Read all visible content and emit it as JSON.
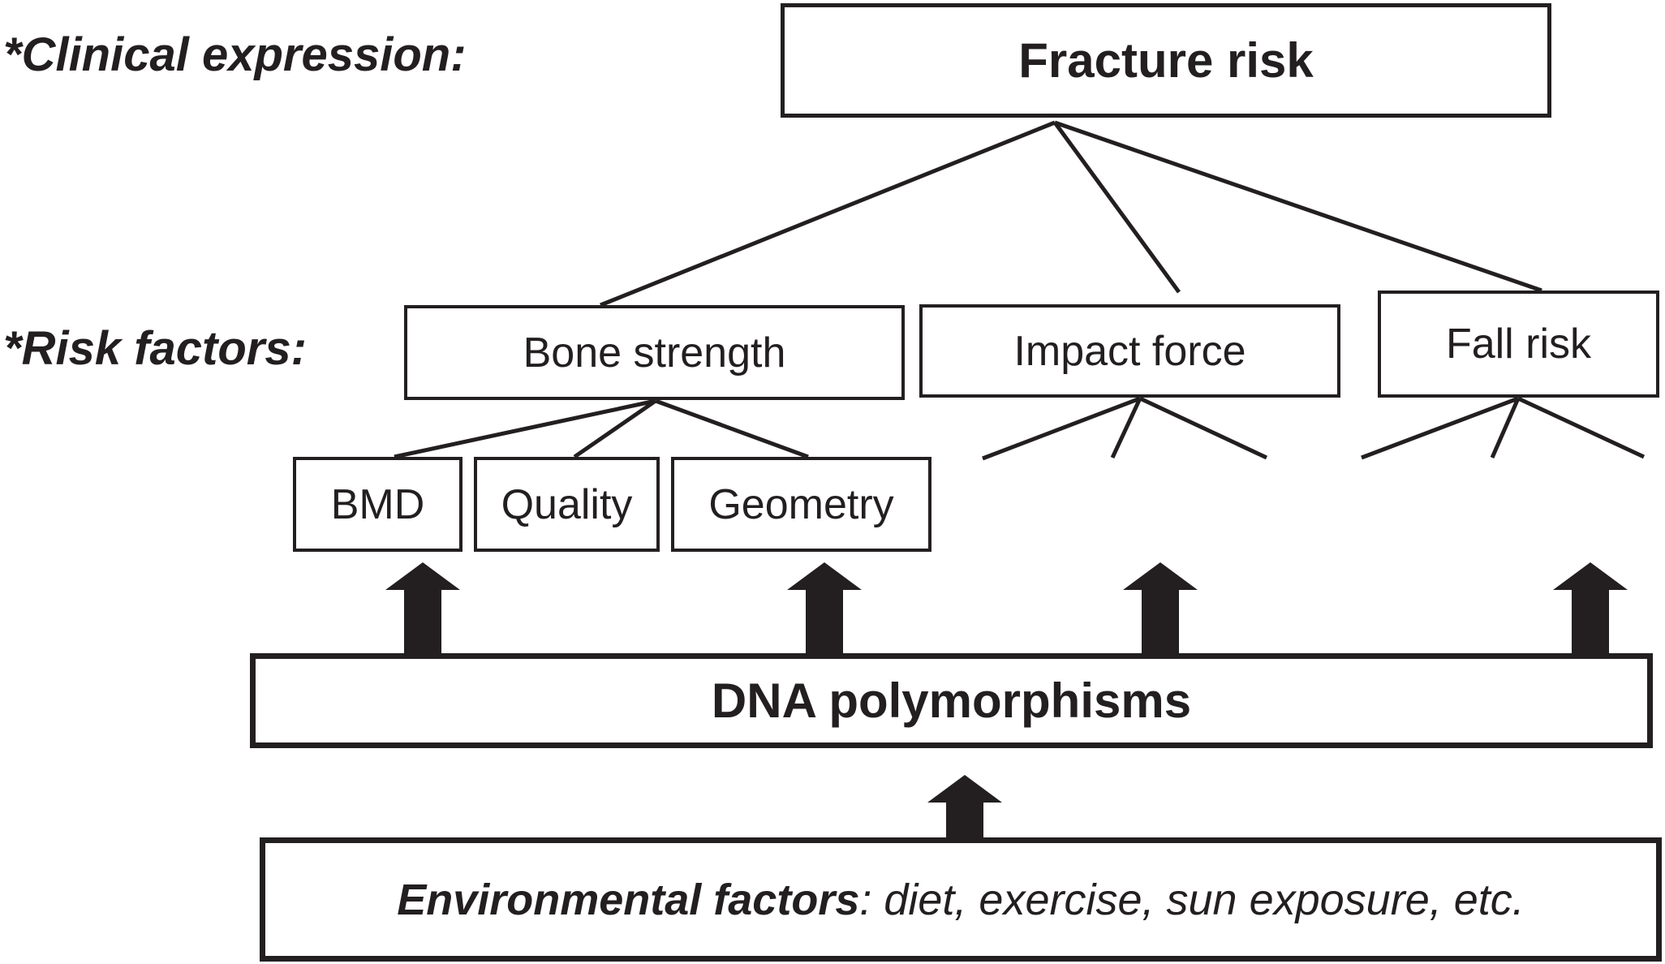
{
  "row_labels": {
    "clinical_expression": "*Clinical expression:",
    "risk_factors": "*Risk factors:"
  },
  "nodes": {
    "fracture_risk": "Fracture risk",
    "bone_strength": "Bone strength",
    "impact_force": "Impact force",
    "fall_risk": "Fall risk",
    "bmd": "BMD",
    "quality": "Quality",
    "geometry": "Geometry",
    "dna_polymorphisms": "DNA polymorphisms"
  },
  "environmental": {
    "lead": "Environmental factors",
    "rest": ": diet, exercise, sun exposure, etc."
  },
  "colors": {
    "ink": "#231f20",
    "background": "#ffffff"
  }
}
